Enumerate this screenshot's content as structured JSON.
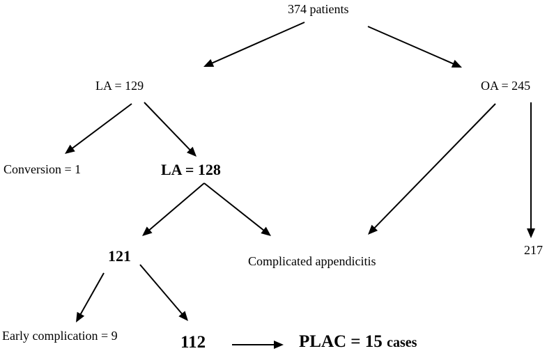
{
  "colors": {
    "ink": "#000000",
    "background": "#ffffff"
  },
  "nodes": {
    "total": "374 patients",
    "la_initial": "LA = 129",
    "oa": "OA = 245",
    "conversion": "Conversion = 1",
    "la_final": "LA = 128",
    "la_uncomplicated": "121",
    "complicated": "Complicated appendicitis",
    "oa_uncomplicated": "217",
    "early_complication": "Early complication = 9",
    "final_count": "112",
    "plac_prefix": "PLAC = 15",
    "plac_suffix": "cases"
  }
}
